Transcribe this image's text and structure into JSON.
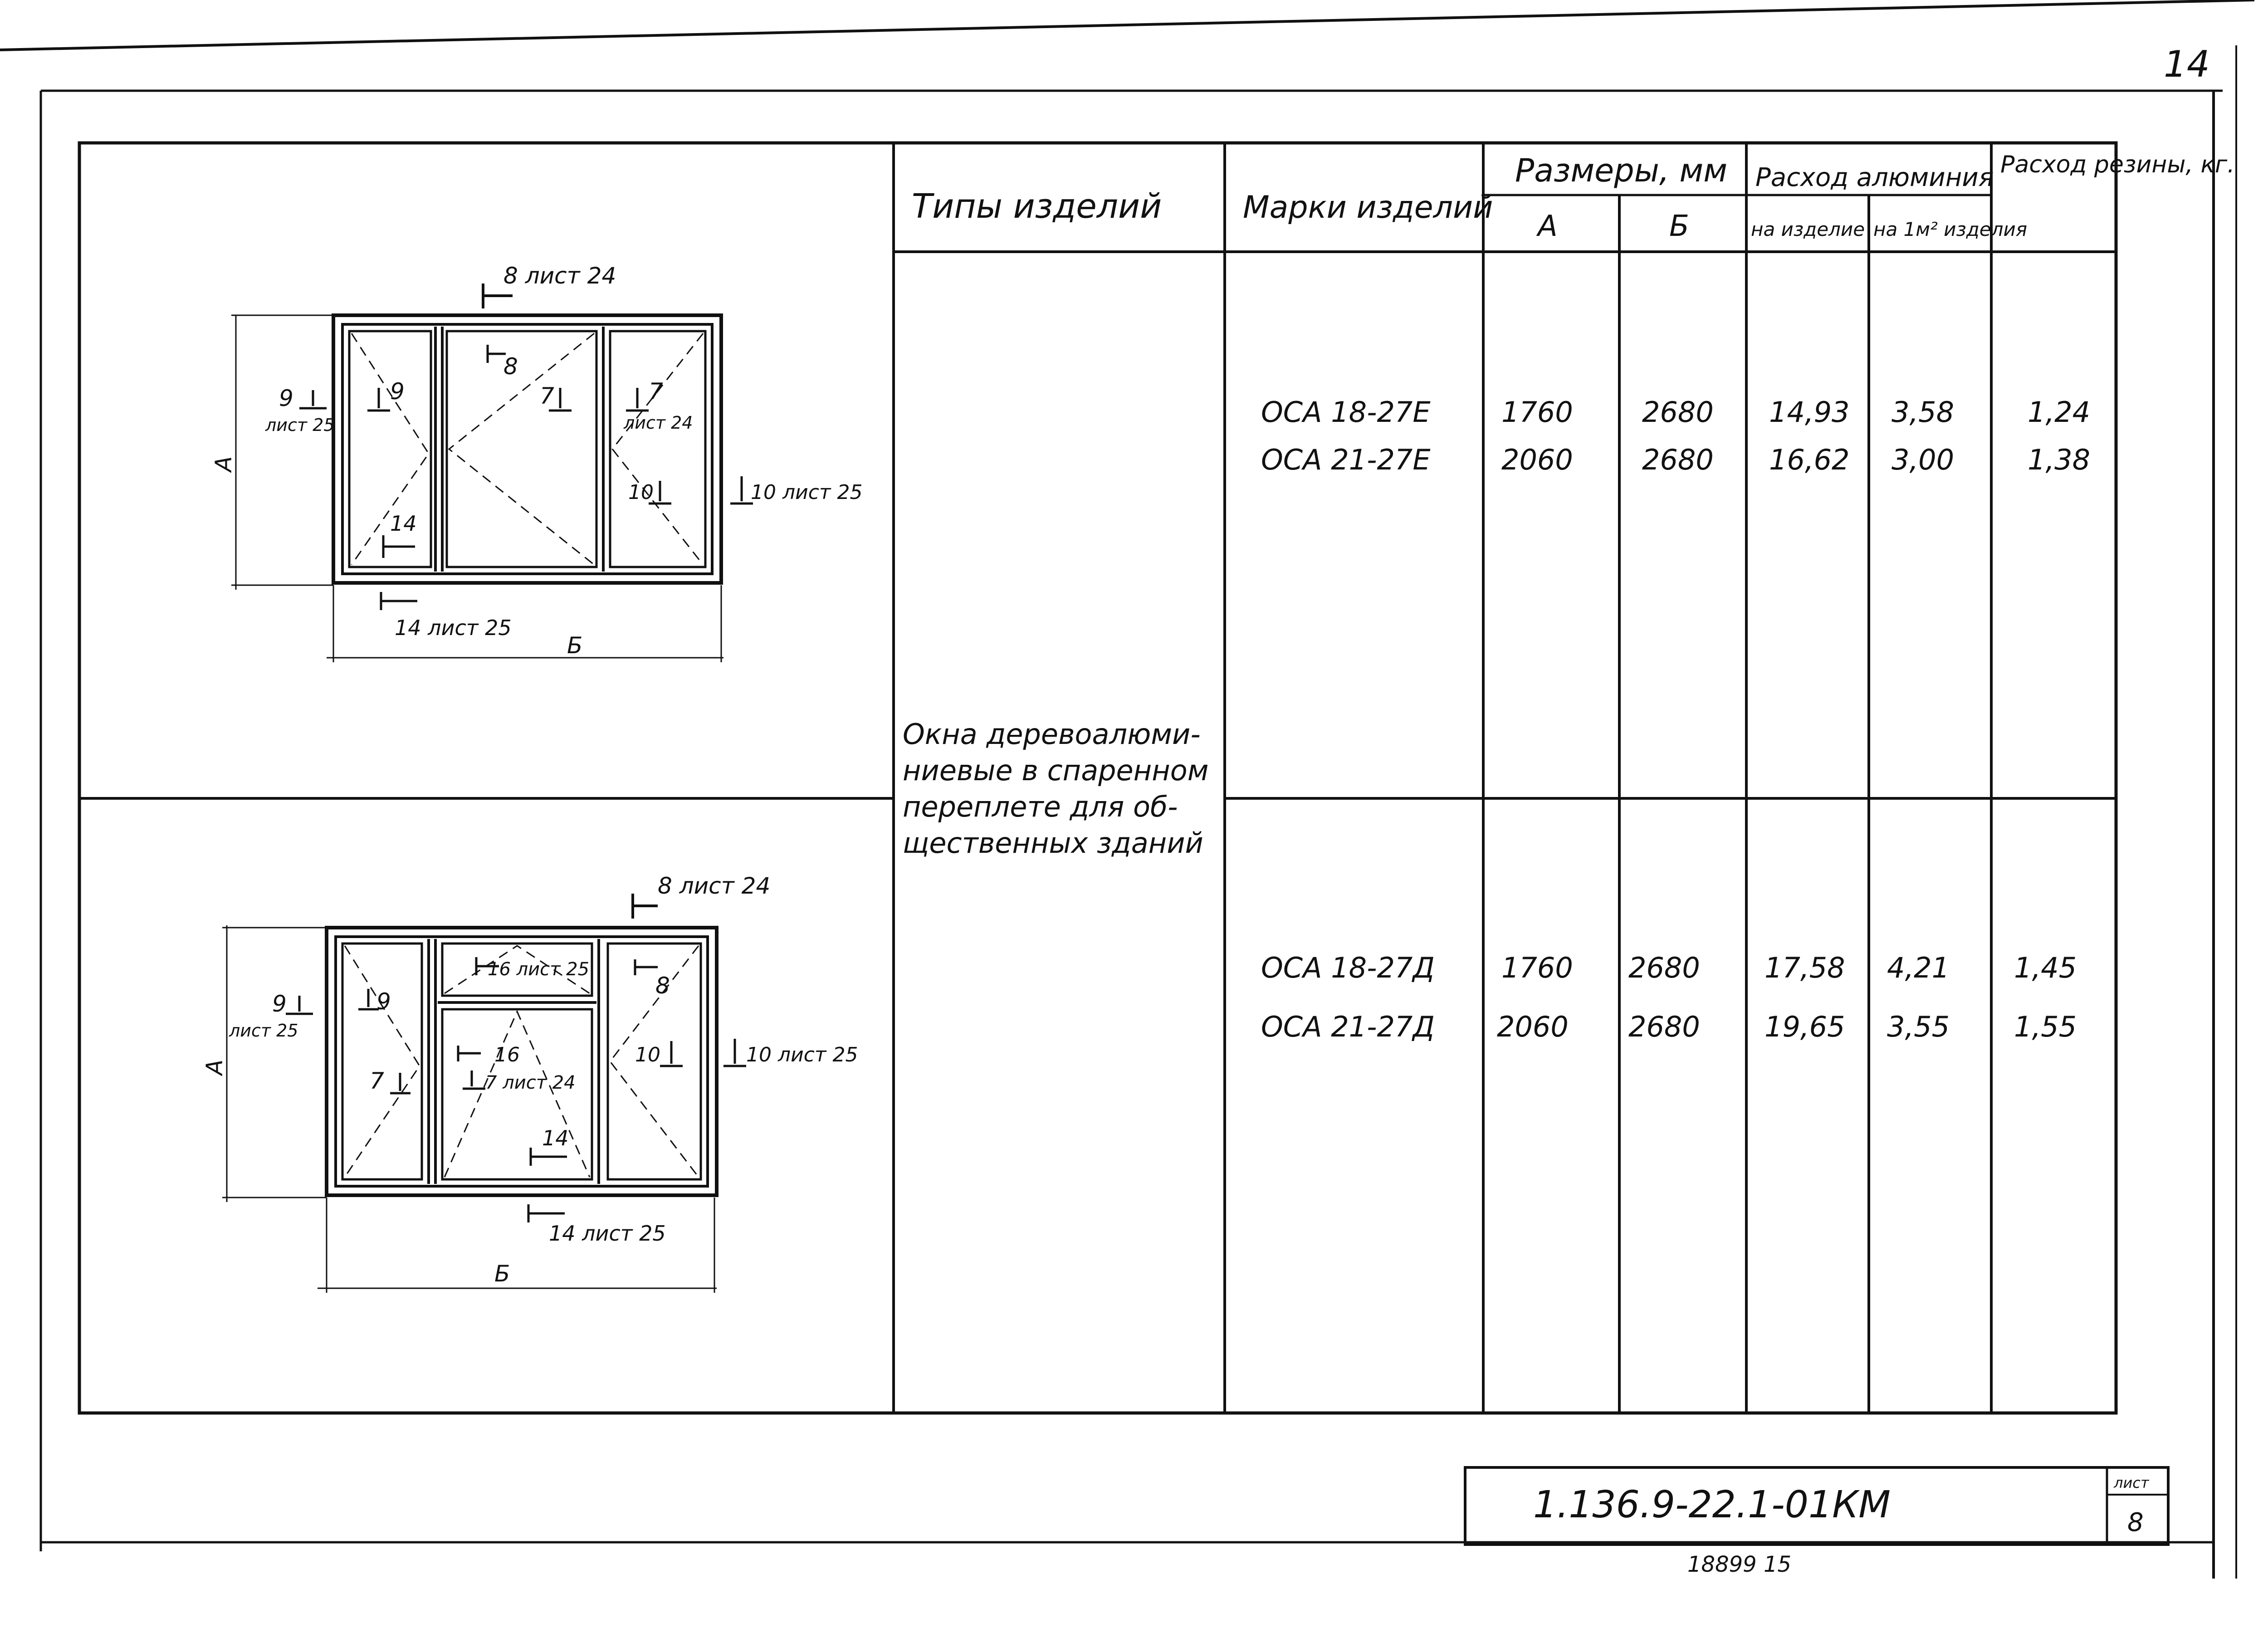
{
  "page_number": "14",
  "table": {
    "headers": {
      "type": "Типы изделий",
      "mark": "Марки изделий",
      "dims": "Размеры, мм",
      "dim_a": "А",
      "dim_b": "Б",
      "aluminium": "Расход алюминия",
      "al_per_item": "на изделие",
      "al_per_m2": "на 1м² изделия",
      "rubber": "Расход резины, кг."
    },
    "type_lines": [
      "Окна деревоалюми-",
      "ниевые в спаренном",
      "переплете для об-",
      "щественных зданий"
    ],
    "rows": [
      {
        "mark": "ОСА 18-27Е",
        "a": "1760",
        "b": "2680",
        "al_item": "14,93",
        "al_m2": "3,58",
        "rubber": "1,24"
      },
      {
        "mark": "ОСА 21-27Е",
        "a": "2060",
        "b": "2680",
        "al_item": "16,62",
        "al_m2": "3,00",
        "rubber": "1,38"
      },
      {
        "mark": "ОСА 18-27Д",
        "a": "1760",
        "b": "2680",
        "al_item": "17,58",
        "al_m2": "4,21",
        "rubber": "1,45"
      },
      {
        "mark": "ОСА 21-27Д",
        "a": "2060",
        "b": "2680",
        "al_item": "19,65",
        "al_m2": "3,55",
        "rubber": "1,55"
      }
    ]
  },
  "drawing1": {
    "labels": [
      "8 лист 24",
      "8",
      "9",
      "лист 25",
      "9",
      "7",
      "7",
      "лист 24",
      "10",
      "10 лист 25",
      "14",
      "14 лист 25",
      "А",
      "Б"
    ]
  },
  "drawing2": {
    "labels": [
      "8 лист 24",
      "8",
      "9",
      "лист 25",
      "9",
      "16 лист 25",
      "16",
      "7 лист 24",
      "7",
      "10",
      "10 лист 25",
      "14",
      "14 лист 25",
      "А",
      "Б"
    ]
  },
  "title_block": {
    "code": "1.136.9-22.1-01КМ",
    "sheet_label": "лист",
    "sheet_number": "8",
    "footer": "18899 15"
  }
}
